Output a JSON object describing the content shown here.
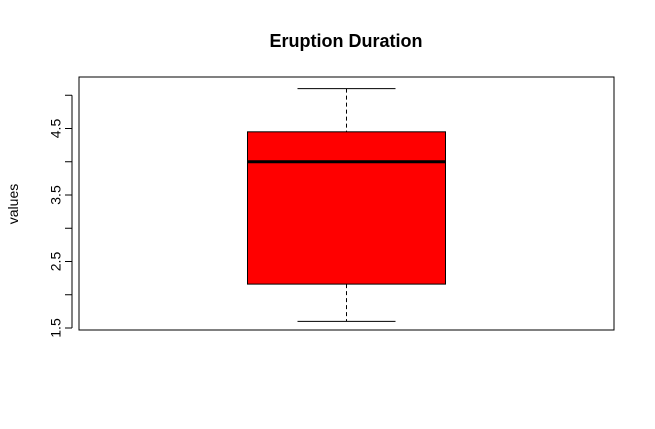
{
  "chart_data": {
    "type": "box",
    "title": "Eruption Duration",
    "xlabel": "",
    "ylabel": "values",
    "ylim": [
      1.5,
      5.3
    ],
    "y_ticks": [
      1.5,
      2.0,
      2.5,
      3.0,
      3.5,
      4.0,
      4.5,
      5.0
    ],
    "y_tick_labels": [
      "1.5",
      "",
      "2.5",
      "",
      "3.5",
      "",
      "4.5",
      ""
    ],
    "grid": false,
    "legend": "none",
    "boxes": [
      {
        "whisker_min": 1.6,
        "q1": 2.16,
        "median": 4.0,
        "q3": 4.45,
        "whisker_max": 5.1
      }
    ],
    "colors": {
      "box_fill": "#ff0000",
      "stroke": "#000000"
    }
  }
}
